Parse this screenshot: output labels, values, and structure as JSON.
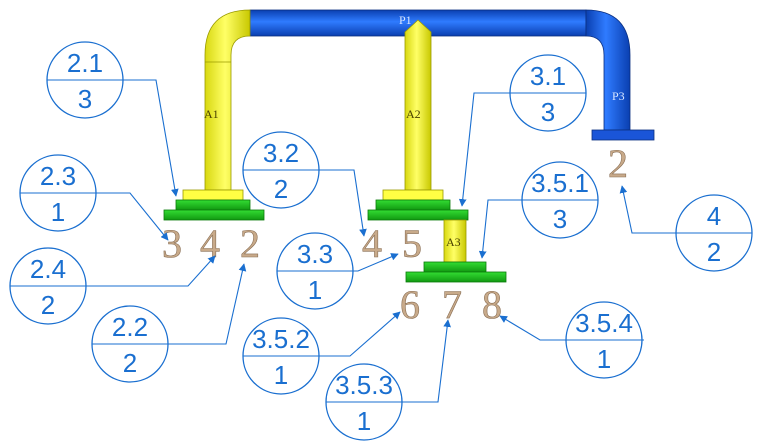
{
  "diagram": {
    "pipe_labels": {
      "a1": "A1",
      "a2": "A2",
      "a3": "A3",
      "p1": "P1",
      "p3": "P3"
    },
    "ports": {
      "p3": "3",
      "p4a": "4",
      "p2a": "2",
      "p4b": "4",
      "p5": "5",
      "p6": "6",
      "p7": "7",
      "p8": "8",
      "p2b": "2"
    },
    "balloons": {
      "b21": {
        "top": "2.1",
        "bottom": "3"
      },
      "b23": {
        "top": "2.3",
        "bottom": "1"
      },
      "b24": {
        "top": "2.4",
        "bottom": "2"
      },
      "b22": {
        "top": "2.2",
        "bottom": "2"
      },
      "b32": {
        "top": "3.2",
        "bottom": "2"
      },
      "b33": {
        "top": "3.3",
        "bottom": "1"
      },
      "b31": {
        "top": "3.1",
        "bottom": "3"
      },
      "b351": {
        "top": "3.5.1",
        "bottom": "3"
      },
      "b352": {
        "top": "3.5.2",
        "bottom": "1"
      },
      "b353": {
        "top": "3.5.3",
        "bottom": "1"
      },
      "b354": {
        "top": "3.5.4",
        "bottom": "1"
      },
      "b4": {
        "top": "4",
        "bottom": "2"
      }
    },
    "colors": {
      "yellow_pipe": "#ffff33",
      "blue_pipe": "#1a5fe0",
      "green_flange": "#22cc22",
      "balloon": "#1a6fd0",
      "port_digit": "#c8aa8a"
    }
  }
}
